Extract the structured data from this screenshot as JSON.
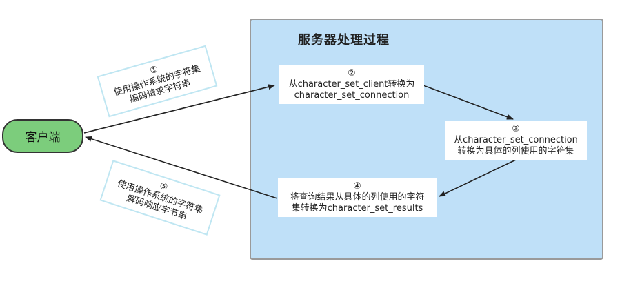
{
  "diagram": {
    "server_title": "服务器处理过程",
    "client_label": "客户端",
    "steps": [
      {
        "num": "②",
        "line1": "从character_set_client转换为",
        "line2": "character_set_connection"
      },
      {
        "num": "③",
        "line1": "从character_set_connection",
        "line2": "转换为具体的列使用的字符集"
      },
      {
        "num": "④",
        "line1": "将查询结果从具体的列使用的字符",
        "line2": "集转换为character_set_results"
      }
    ],
    "notes": [
      {
        "num": "①",
        "line1": "使用操作系统的字符集",
        "line2": "编码请求字符串"
      },
      {
        "num": "⑤",
        "line1": "使用操作系统的字符集",
        "line2": "解码响应字节串"
      }
    ],
    "colors": {
      "server_fill": "#bfe0f8",
      "client_fill": "#7ccd7c",
      "note_border": "#bfe6f2"
    }
  }
}
